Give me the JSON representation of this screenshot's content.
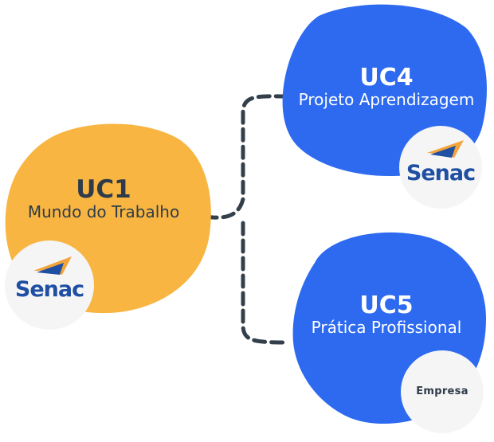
{
  "colors": {
    "orange": "#F8B541",
    "blue": "#2D6AF0",
    "connector": "#33404C",
    "logo_blue": "#1F4FA3",
    "logo_orange": "#F3A43A",
    "badge": "#F5F5F5"
  },
  "nodes": [
    {
      "code": "UC1",
      "title": "Mundo do Trabalho",
      "badge": "Senac",
      "badge_icon": "senac-logo"
    },
    {
      "code": "UC4",
      "title": "Projeto Aprendizagem",
      "badge": "Senac",
      "badge_icon": "senac-logo"
    },
    {
      "code": "UC5",
      "title": "Prática Profissional",
      "badge": "Empresa"
    }
  ]
}
